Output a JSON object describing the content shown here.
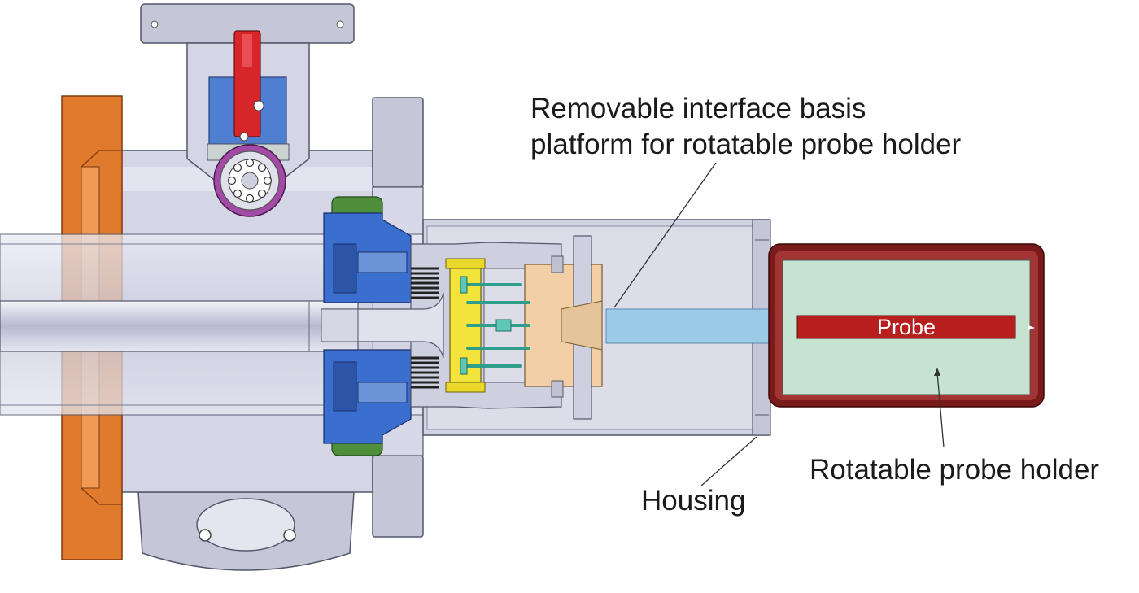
{
  "labels": {
    "interface_line1": "Removable interface basis",
    "interface_line2": "platform for rotatable probe holder",
    "housing": "Housing",
    "probe_holder": "Rotatable probe holder",
    "probe": "Probe"
  },
  "colors": {
    "chamber_gray": "#d4d6e6",
    "flange_orange": "#e07b2e",
    "manipulator_red": "#d7262a",
    "bearing_purple": "#a24aa6",
    "seal_blue": "#3a6fd0",
    "seal_green": "#4f8f3c",
    "bellows_dark": "#333333",
    "interface_yellow": "#f2e43a",
    "interface_peach": "#f2cfa6",
    "pin_teal": "#5fc7b4",
    "shaft_lightblue": "#9ccbe8",
    "holder_darkred": "#7a1a1a",
    "holder_fill": "#c6e3d2",
    "probe_red": "#b71e1e"
  }
}
